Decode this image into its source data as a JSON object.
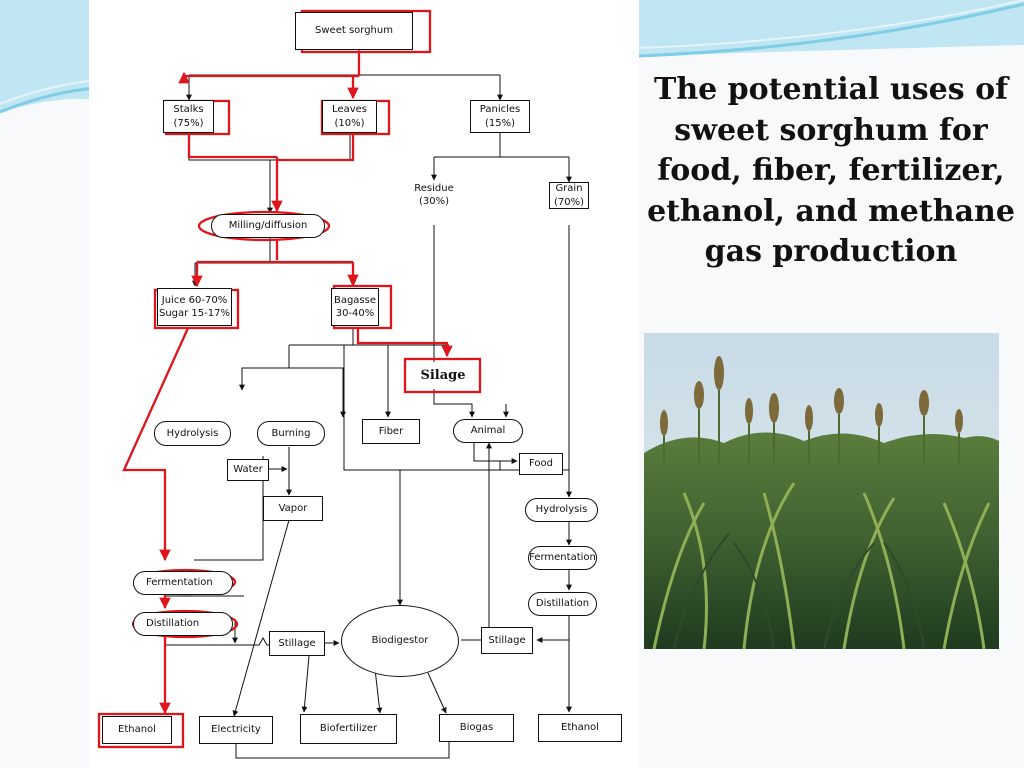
{
  "slide": {
    "title": "The potential uses of sweet sorghum for food, fiber, fertilizer, ethanol, and methane gas production"
  },
  "colors": {
    "highlight": "#e0141b",
    "line": "#111111",
    "teal_light": "#bfe6f2",
    "teal_mid": "#7fcde6",
    "sky": "#d5e6ef",
    "foliage_dark": "#2e4a2a",
    "foliage_mid": "#5b7d3c",
    "foliage_light": "#8fae55"
  },
  "diagram": {
    "nodes": {
      "sweet_sorghum": "Sweet sorghum",
      "stalks": "Stalks\n(75%)",
      "leaves": "Leaves\n(10%)",
      "panicles": "Panicles\n(15%)",
      "residue": "Residue\n(30%)",
      "grain": "Grain\n(70%)",
      "milling": "Milling/diffusion",
      "juice": "Juice 60-70%\nSugar 15-17%",
      "bagasse": "Bagasse\n30-40%",
      "silage": "Silage",
      "hydrolysis_left": "Hydrolysis",
      "burning": "Burning",
      "fiber": "Fiber",
      "animal": "Animal",
      "water": "Water",
      "food": "Food",
      "vapor": "Vapor",
      "hydrolysis_right": "Hydrolysis",
      "fermentation_right": "Fermentation",
      "distillation_right": "Distillation",
      "fermentation_left": "Fermentation",
      "distillation_left": "Distillation",
      "stillage_left": "Stillage",
      "biodigestor": "Biodigestor",
      "stillage_right": "Stillage",
      "ethanol_left": "Ethanol",
      "electricity": "Electricity",
      "biofertilizer": "Biofertilizer",
      "biogas": "Biogas",
      "ethanol_right": "Ethanol"
    }
  }
}
